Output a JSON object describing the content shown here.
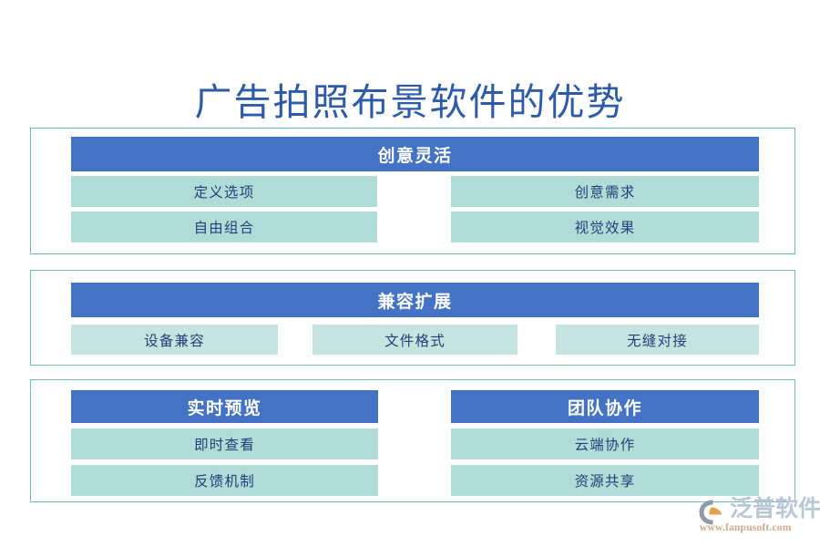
{
  "page": {
    "title": "广告拍照布景软件的优势",
    "background_color": "#ffffff"
  },
  "theme": {
    "title_color": "#2e5ba8",
    "header_bar_color": "#4472c4",
    "header_text_color": "#ffffff",
    "item_color_strong": "#afdcd6",
    "item_color_light": "#c6e4df",
    "item_text_color": "#22407a",
    "section_border_color": "#6fbfae"
  },
  "sections": [
    {
      "id": "section-1",
      "header": "创意灵活",
      "columns": 2,
      "items": [
        "定义选项",
        "创意需求",
        "自由组合",
        "视觉效果"
      ]
    },
    {
      "id": "section-2",
      "header": "兼容扩展",
      "columns": 3,
      "items": [
        "设备兼容",
        "文件格式",
        "无缝对接"
      ]
    },
    {
      "id": "section-3",
      "columns": 2,
      "groups": [
        {
          "header": "实时预览",
          "items": [
            "即时查看",
            "反馈机制"
          ]
        },
        {
          "header": "团队协作",
          "items": [
            "云端协作",
            "资源共享"
          ]
        }
      ]
    }
  ],
  "logo": {
    "mark": "fanpu-swoosh-logo-icon",
    "name": "泛普软件",
    "url": "www.fanpusoft.com",
    "name_color": "#b9c6d4",
    "url_color": "#cfa98f",
    "mark_color": "#8f9ba6",
    "mark_accent_color": "#e8a04a"
  }
}
